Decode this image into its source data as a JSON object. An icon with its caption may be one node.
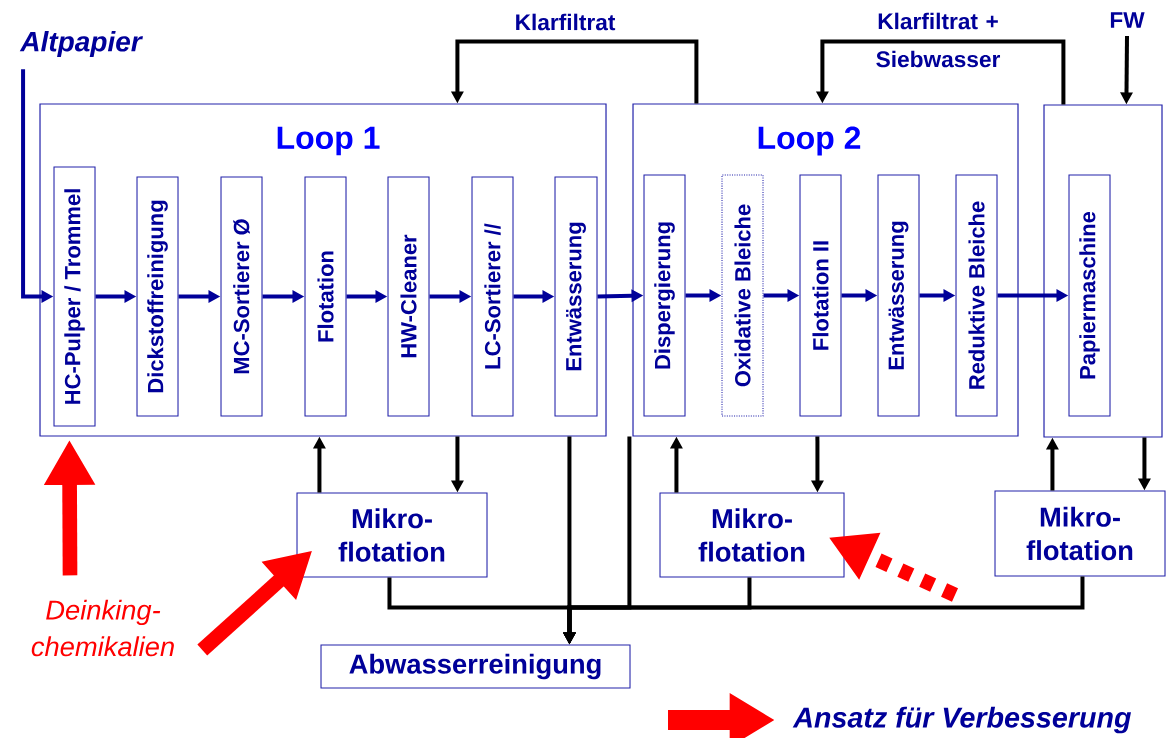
{
  "diagram": {
    "nodes": [
      {
        "text": [
          "Loop 1"
        ]
      },
      {
        "text": [
          "HC-Pulper / Trommel"
        ],
        "in": 0
      },
      {
        "text": [
          "Dickstoffreinigung"
        ],
        "in": 0
      },
      {
        "text": [
          "MC-Sortierer Ø"
        ],
        "in": 0
      },
      {
        "text": [
          "Flotation"
        ],
        "in": 0
      },
      {
        "text": [
          "HW-Cleaner"
        ],
        "in": 0
      },
      {
        "text": [
          "LC-Sortierer //"
        ],
        "in": 0
      },
      {
        "text": [
          "Entwässerung"
        ],
        "in": 0
      },
      {
        "text": [
          "Loop 2"
        ]
      },
      {
        "text": [
          "Dispergierung"
        ],
        "in": 8
      },
      {
        "text": [
          "Oxidative Bleiche"
        ],
        "in": 8
      },
      {
        "text": [
          "Flotation II"
        ],
        "in": 8
      },
      {
        "text": [
          "Entwässerung"
        ],
        "in": 8
      },
      {
        "text": [
          "Reduktive Bleiche"
        ],
        "in": 8
      },
      {
        "text": [],
        "shape": "box"
      },
      {
        "text": [
          "Papiermaschine"
        ],
        "in": 14
      },
      {
        "text": [
          "Mikro- flotation"
        ]
      },
      {
        "text": [
          "Mikro- flotation"
        ]
      },
      {
        "text": [
          "Mikro- flotation"
        ]
      },
      {
        "text": [
          "Abwasserreinigung"
        ]
      },
      {
        "text": [
          "Altpapier"
        ]
      },
      {
        "text": [
          "Deinking- chemikalien"
        ]
      },
      {
        "text": [
          "FW"
        ]
      }
    ],
    "edges": [
      {
        "from": 20,
        "to": 1,
        "arrow": "to",
        "color": "#000099"
      },
      {
        "from": 1,
        "to": 2,
        "arrow": "to",
        "color": "#000099"
      },
      {
        "from": 2,
        "to": 3,
        "arrow": "to",
        "color": "#000099"
      },
      {
        "from": 3,
        "to": 4,
        "arrow": "to",
        "color": "#000099"
      },
      {
        "from": 4,
        "to": 5,
        "arrow": "to",
        "color": "#000099"
      },
      {
        "from": 5,
        "to": 6,
        "arrow": "to",
        "color": "#000099"
      },
      {
        "from": 6,
        "to": 7,
        "arrow": "to",
        "color": "#000099"
      },
      {
        "from": 7,
        "to": 9,
        "arrow": "to",
        "color": "#000099"
      },
      {
        "from": 9,
        "to": 10,
        "arrow": "to",
        "color": "#000099"
      },
      {
        "from": 10,
        "to": 11,
        "arrow": "to",
        "color": "#000099"
      },
      {
        "from": 11,
        "to": 12,
        "arrow": "to",
        "color": "#000099"
      },
      {
        "from": 12,
        "to": 13,
        "arrow": "to",
        "color": "#000099"
      },
      {
        "from": 13,
        "to": 15,
        "arrow": "to",
        "color": "#000099"
      },
      {
        "from": 8,
        "to": 0,
        "arrow": "to",
        "label": "Klarfiltrat",
        "color": "#000000"
      },
      {
        "from": 14,
        "to": 8,
        "arrow": "to",
        "label": "Klarfiltrat + Siebwasser",
        "color": "#000000"
      },
      {
        "from": 22,
        "to": 14,
        "arrow": "to",
        "color": "#000000"
      },
      {
        "from": 0,
        "to": 16,
        "arrow": "to",
        "color": "#000000"
      },
      {
        "from": 16,
        "to": 0,
        "arrow": "to",
        "color": "#000000"
      },
      {
        "from": 8,
        "to": 17,
        "arrow": "to",
        "color": "#000000"
      },
      {
        "from": 17,
        "to": 8,
        "arrow": "to",
        "color": "#000000"
      },
      {
        "from": 14,
        "to": 18,
        "arrow": "to",
        "color": "#000000"
      },
      {
        "from": 18,
        "to": 14,
        "arrow": "to",
        "color": "#000000"
      },
      {
        "from": 16,
        "to": 19,
        "arrow": "to",
        "color": "#000000"
      },
      {
        "from": 0,
        "to": 19,
        "arrow": "to",
        "color": "#000000"
      },
      {
        "from": 8,
        "to": 19,
        "arrow": "to",
        "color": "#000000"
      },
      {
        "from": 17,
        "to": 19,
        "arrow": "to",
        "color": "#000000"
      },
      {
        "from": 18,
        "to": 19,
        "arrow": "to",
        "color": "#000000"
      },
      {
        "from": 21,
        "to": 0,
        "arrow": "to",
        "style": "thick",
        "color": "#ff0000"
      },
      {
        "from": 21,
        "to": 16,
        "arrow": "to",
        "style": "thick",
        "color": "#ff0000"
      },
      {
        "from": null,
        "to": 17,
        "arrow": "to",
        "style": "dashed",
        "color": "#ff0000"
      }
    ],
    "legend": [
      {
        "text": "Ansatz für Verbesserung"
      }
    ]
  }
}
